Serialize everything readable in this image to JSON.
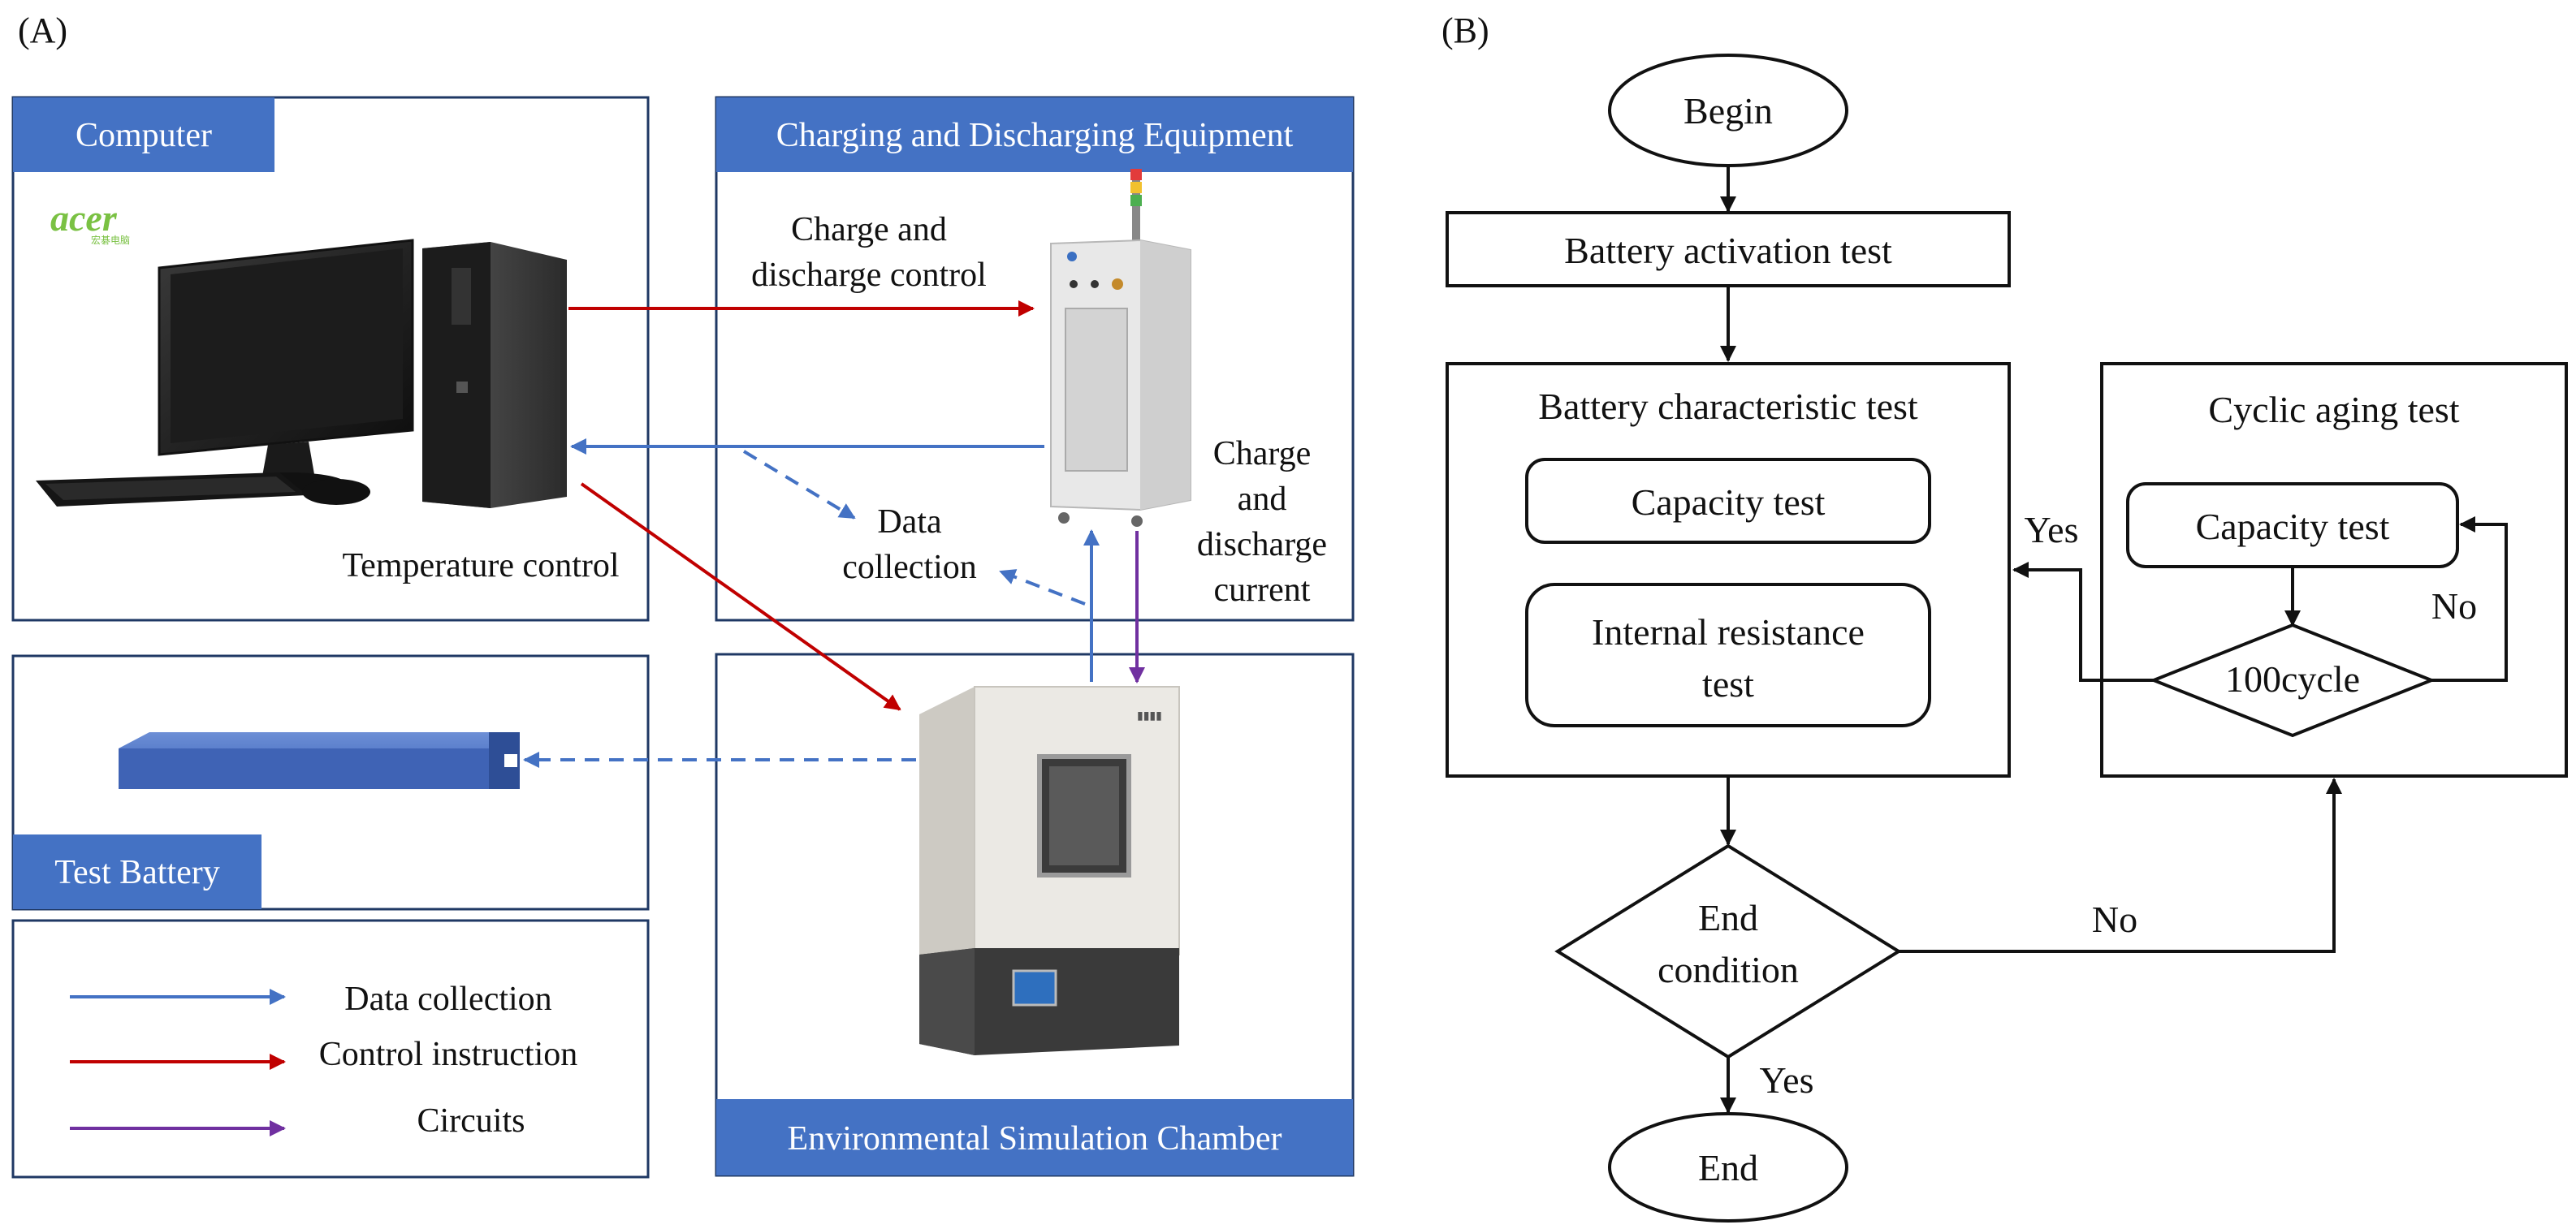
{
  "panels": {
    "a": "(A)",
    "b": "(B)"
  },
  "colors": {
    "blue": "#4472c4",
    "red": "#c00000",
    "purple": "#7030a0",
    "header": "#4472c4",
    "border": "#1f3864",
    "green_logo": "#7ac143"
  },
  "diagram_a": {
    "computer": {
      "title": "Computer",
      "brand": "acer",
      "brand_sub": "宏碁电脑"
    },
    "charger": {
      "title": "Charging and Discharging Equipment"
    },
    "chamber": {
      "title": "Environmental Simulation  Chamber"
    },
    "battery": {
      "title": "Test Battery"
    },
    "flows": {
      "charge_control_1": "Charge and",
      "charge_control_2": "discharge control",
      "data_collection_1": "Data",
      "data_collection_2": "collection",
      "temperature_control": "Temperature control",
      "current_1": "Charge",
      "current_2": "and",
      "current_3": "discharge",
      "current_4": "current"
    },
    "legend": {
      "items": [
        {
          "label": "Data collection",
          "color": "#4472c4"
        },
        {
          "label": "Control instruction",
          "color": "#c00000"
        },
        {
          "label": "Circuits",
          "color": "#7030a0"
        }
      ]
    }
  },
  "diagram_b": {
    "begin": "Begin",
    "activation": "Battery activation test",
    "characteristic": "Battery characteristic test",
    "capacity": "Capacity  test",
    "resistance_1": "Internal resistance",
    "resistance_2": "test",
    "cyclic": "Cyclic aging test",
    "cyclic_capacity": "Capacity  test",
    "cycle": "100cycle",
    "end_cond_1": "End",
    "end_cond_2": "condition",
    "end": "End",
    "yes_cycle": "Yes",
    "no_cycle": "No",
    "no_end": "No",
    "yes_end": "Yes"
  }
}
